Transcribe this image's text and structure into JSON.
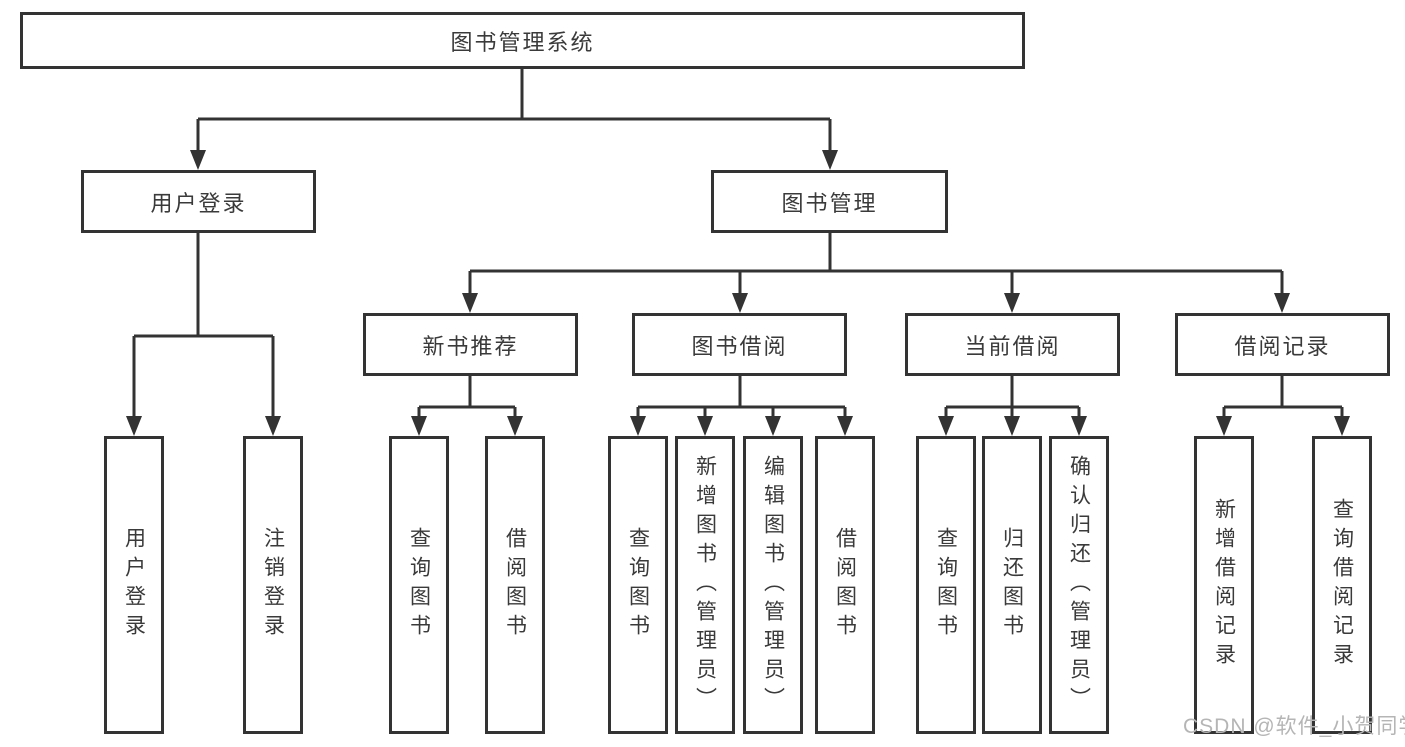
{
  "tree": {
    "label": "图书管理系统",
    "children": [
      {
        "label": "用户登录",
        "children": [
          {
            "label": "用户登录"
          },
          {
            "label": "注销登录"
          }
        ]
      },
      {
        "label": "图书管理",
        "children": [
          {
            "label": "新书推荐",
            "children": [
              {
                "label": "查询图书"
              },
              {
                "label": "借阅图书"
              }
            ]
          },
          {
            "label": "图书借阅",
            "children": [
              {
                "label": "查询图书"
              },
              {
                "label": "新增图书（管理员）"
              },
              {
                "label": "编辑图书（管理员）"
              },
              {
                "label": "借阅图书"
              }
            ]
          },
          {
            "label": "当前借阅",
            "children": [
              {
                "label": "查询图书"
              },
              {
                "label": "归还图书"
              },
              {
                "label": "确认归还（管理员）"
              }
            ]
          },
          {
            "label": "借阅记录",
            "children": [
              {
                "label": "新增借阅记录"
              },
              {
                "label": "查询借阅记录"
              }
            ]
          }
        ]
      }
    ]
  },
  "watermark": {
    "text": "CSDN @软件_小贺同学"
  },
  "colors": {
    "line": "#333333",
    "box_border": "#333333",
    "box_background": "#ffffff",
    "text": "#3a3a3a",
    "watermark": "#b5b5b5",
    "page_background": "#ffffff"
  }
}
